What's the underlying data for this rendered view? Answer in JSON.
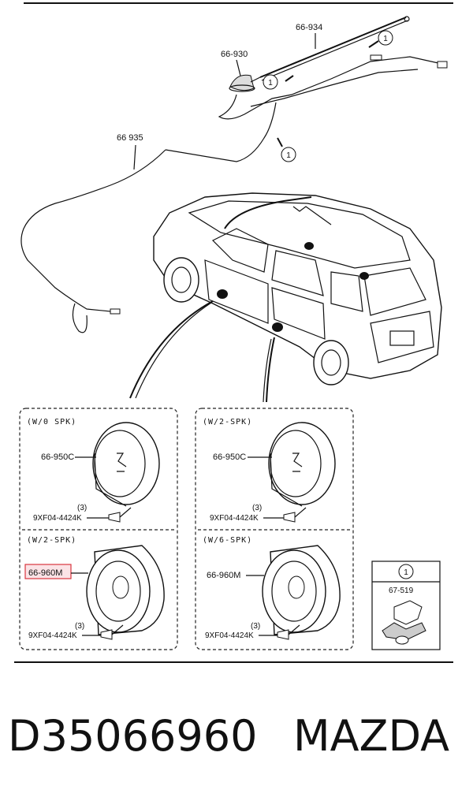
{
  "labels": {
    "antenna": "66-934",
    "base": "66-930",
    "cable": "66 935",
    "ref_mark": "1"
  },
  "panels": {
    "tl": {
      "header": "(W/0  SPK)",
      "part": "66-950C",
      "screw_qty": "(3)",
      "screw": "9XF04-4424K"
    },
    "tr": {
      "header": "(W/2-SPK)",
      "part": "66-950C",
      "screw_qty": "(3)",
      "screw": "9XF04-4424K"
    },
    "bl": {
      "header": "(W/2-SPK)",
      "part": "66-960M",
      "screw_qty": "(3)",
      "screw": "9XF04-4424K"
    },
    "br": {
      "header": "(W/6-SPK)",
      "part": "66-960M",
      "screw_qty": "(3)",
      "screw": "9XF04-4424K"
    },
    "clip": {
      "mark": "1",
      "part": "67-519"
    }
  },
  "footer": {
    "part_number": "D35066960",
    "brand": "MAZDA"
  }
}
